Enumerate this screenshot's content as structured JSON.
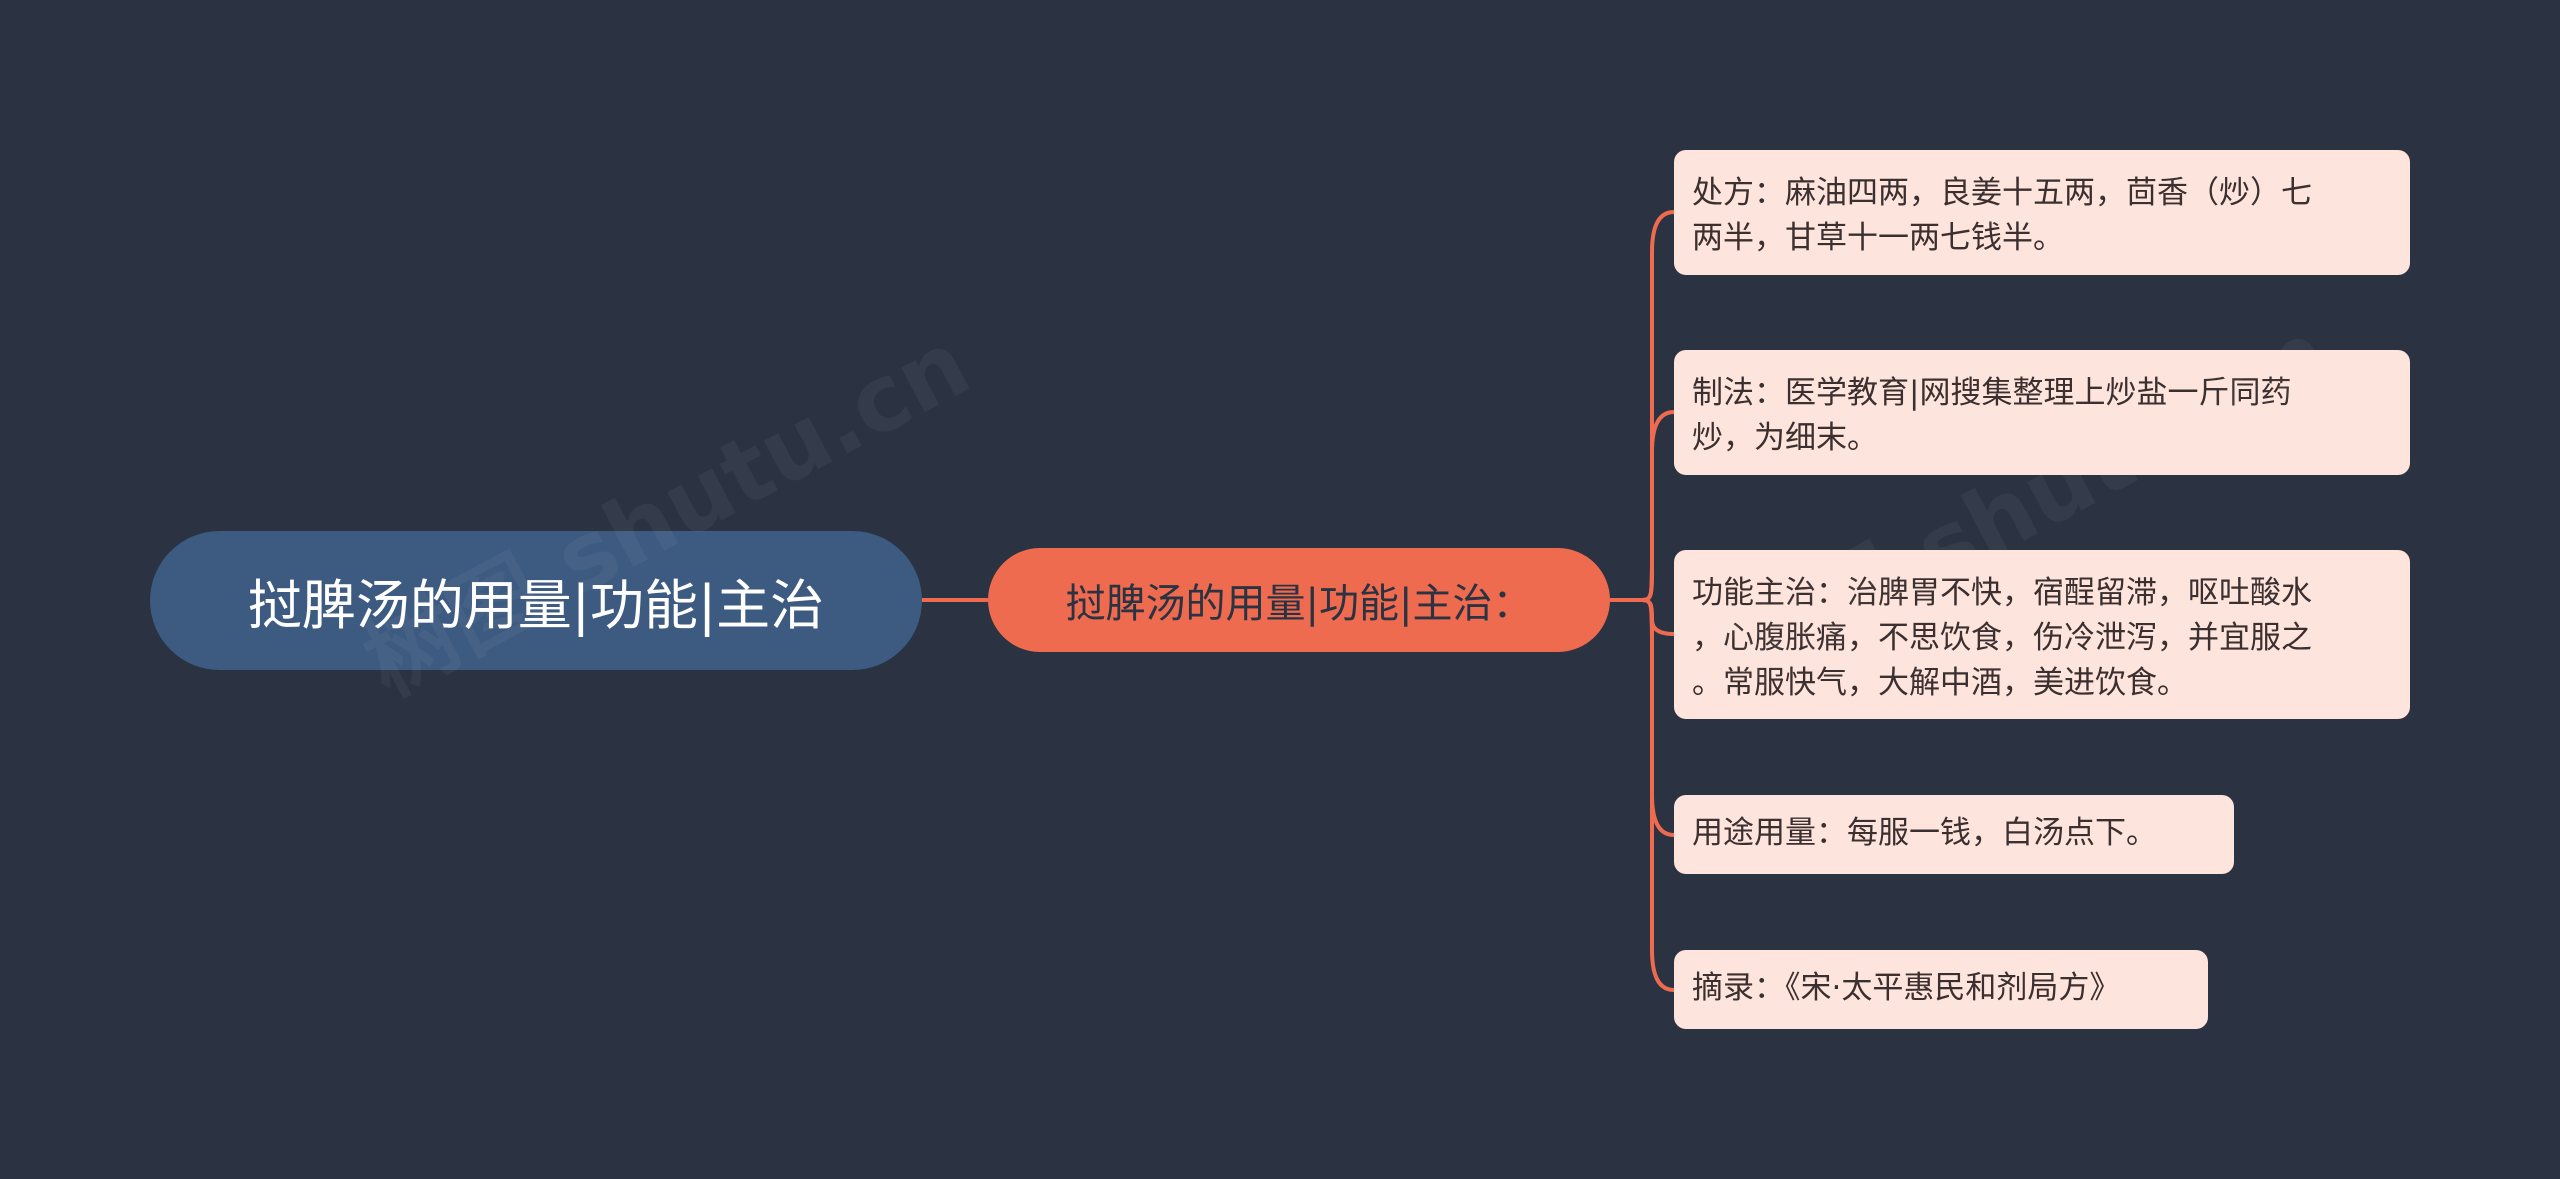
{
  "colors": {
    "background": "#2b3342",
    "root_fill": "#3d5a80",
    "branch_fill": "#ef6b4f",
    "leaf_fill": "#fde4dd",
    "connector": "#ef6b4f"
  },
  "root": {
    "label": "挝脾汤的用量|功能|主治"
  },
  "branch": {
    "label": "挝脾汤的用量|功能|主治："
  },
  "leaves": [
    {
      "lines": [
        "处方：麻油四两，良姜十五两，茴香（炒）七",
        "两半，甘草十一两七钱半。"
      ]
    },
    {
      "lines": [
        "制法：医学教育|网搜集整理上炒盐一斤同药",
        "炒，为细末。"
      ]
    },
    {
      "lines": [
        "功能主治：治脾胃不快，宿酲留滞，呕吐酸水",
        "，心腹胀痛，不思饮食，伤冷泄泻，并宜服之",
        "。常服快气，大解中酒，美进饮食。"
      ]
    },
    {
      "lines": [
        "用途用量：每服一钱，白汤点下。"
      ]
    },
    {
      "lines": [
        "摘录：《宋·太平惠民和剂局方》"
      ]
    }
  ]
}
